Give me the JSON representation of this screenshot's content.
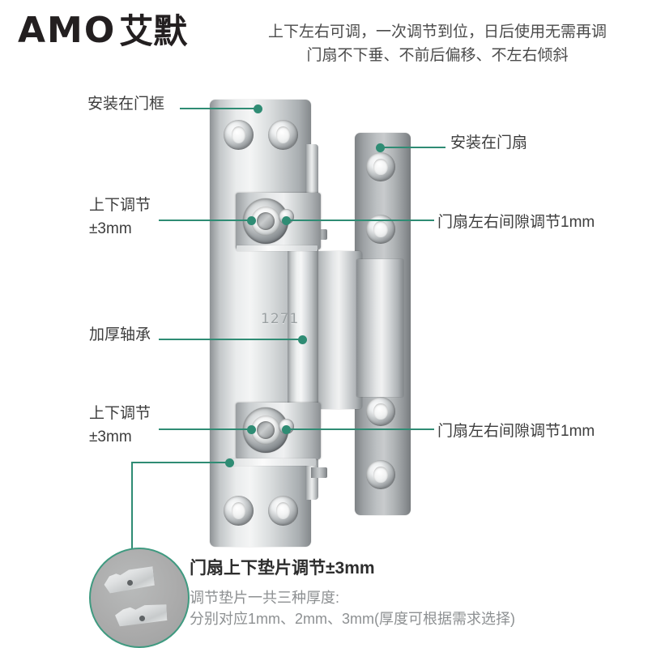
{
  "brand": {
    "name_en": "AMO",
    "name_cn": "艾默"
  },
  "header": {
    "line1": "上下左右可调，一次调节到位，日后使用无需再调",
    "line2": "门扇不下垂、不前后偏移、不左右倾斜"
  },
  "callouts": {
    "frame_mount": "安装在门框",
    "door_mount": "安装在门扇",
    "vertical_adjust_top_line1": "上下调节",
    "vertical_adjust_top_line2": "±3mm",
    "vertical_adjust_bottom_line1": "上下调节",
    "vertical_adjust_bottom_line2": "±3mm",
    "lateral_gap_top": "门扇左右间隙调节1mm",
    "lateral_gap_bottom": "门扇左右间隙调节1mm",
    "bearing": "加厚轴承"
  },
  "product": {
    "engraving": "1271"
  },
  "shim_note": {
    "title": "门扇上下垫片调节±3mm",
    "line1": "调节垫片一共三种厚度:",
    "line2": "分别对应1mm、2mm、3mm(厚度可根据需求选择)"
  },
  "colors": {
    "accent_teal": "#2f8c74",
    "circle_border": "#3f9a80",
    "text_dark": "#3d3d3d",
    "text_grey": "#8d9092",
    "logo_black": "#231f20",
    "background": "#ffffff"
  }
}
